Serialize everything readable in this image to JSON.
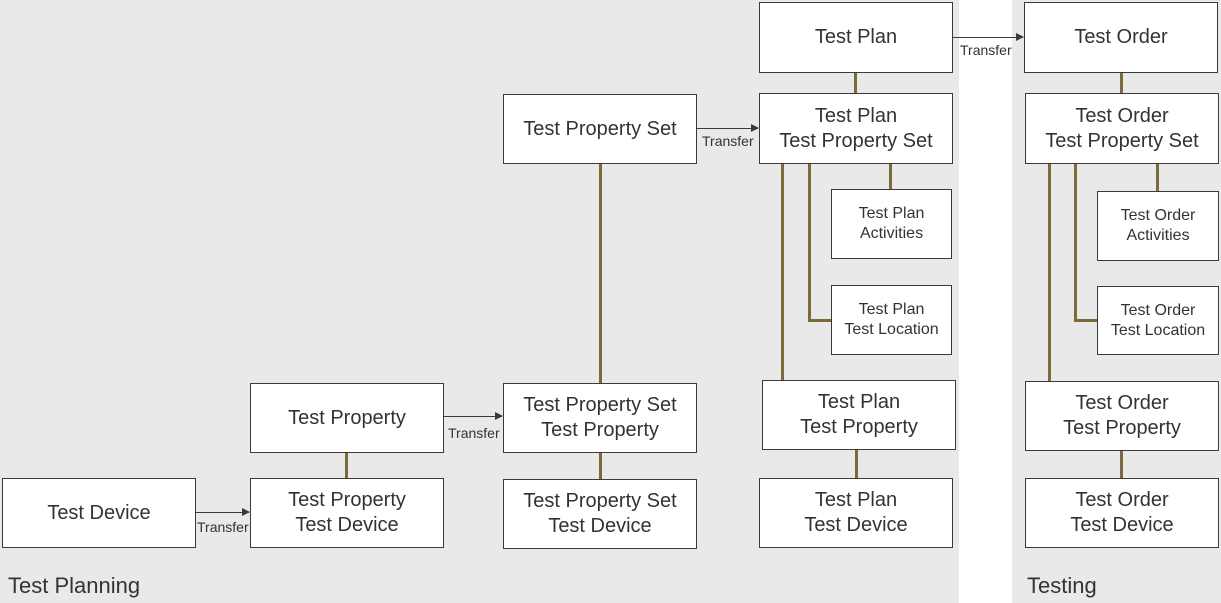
{
  "regions": {
    "planning": "Test Planning",
    "testing": "Testing"
  },
  "transfer_label": "Transfer",
  "boxes": {
    "test_device": [
      "Test Device"
    ],
    "test_property": [
      "Test Property"
    ],
    "test_property_test_device": [
      "Test Property",
      "Test Device"
    ],
    "test_property_set": [
      "Test Property Set"
    ],
    "tps_test_property": [
      "Test Property Set",
      "Test Property"
    ],
    "tps_test_device": [
      "Test Property Set",
      "Test Device"
    ],
    "test_plan": [
      "Test Plan"
    ],
    "plan_tps": [
      "Test Plan",
      "Test Property Set"
    ],
    "plan_activities": [
      "Test Plan",
      "Activities"
    ],
    "plan_location": [
      "Test Plan",
      "Test Location"
    ],
    "plan_property": [
      "Test Plan",
      "Test Property"
    ],
    "plan_device": [
      "Test Plan",
      "Test Device"
    ],
    "test_order": [
      "Test Order"
    ],
    "order_tps": [
      "Test Order",
      "Test Property Set"
    ],
    "order_activities": [
      "Test Order",
      "Activities"
    ],
    "order_location": [
      "Test Order",
      "Test Location"
    ],
    "order_property": [
      "Test Order",
      "Test Property"
    ],
    "order_device": [
      "Test Order",
      "Test Device"
    ]
  }
}
